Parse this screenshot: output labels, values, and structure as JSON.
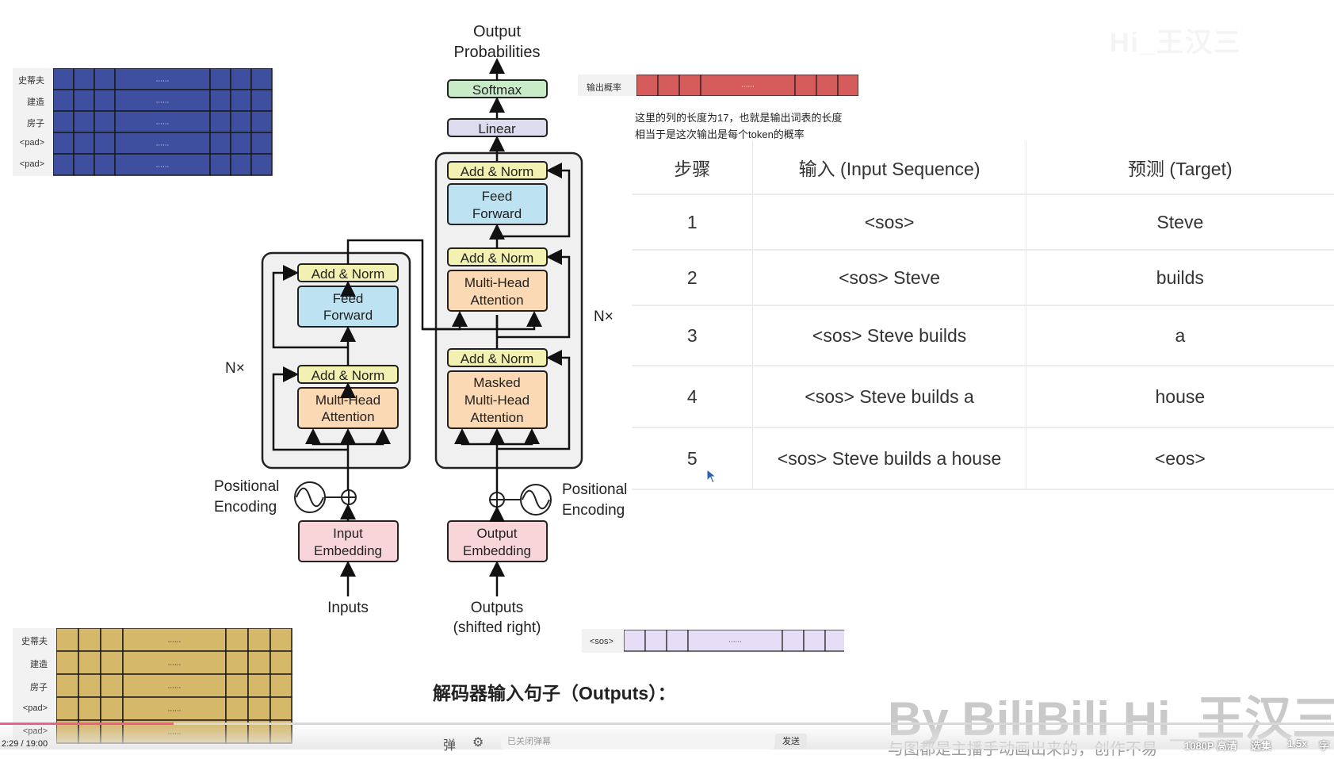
{
  "diagram": {
    "output_title_line1": "Output",
    "output_title_line2": "Probabilities",
    "softmax": "Softmax",
    "linear": "Linear",
    "add_norm": "Add & Norm",
    "feed_forward_1": "Feed",
    "feed_forward_2": "Forward",
    "multi_head_1": "Multi-Head",
    "multi_head_2": "Attention",
    "masked_1": "Masked",
    "masked_2": "Multi-Head",
    "masked_3": "Attention",
    "nx": "N×",
    "pos_enc_1": "Positional",
    "pos_enc_2": "Encoding",
    "input_emb_1": "Input",
    "input_emb_2": "Embedding",
    "output_emb_1": "Output",
    "output_emb_2": "Embedding",
    "inputs": "Inputs",
    "outputs_1": "Outputs",
    "outputs_2": "(shifted right)"
  },
  "encoder_matrix": {
    "rows": [
      "史蒂夫",
      "建造",
      "房子",
      "<pad>",
      "<pad>"
    ],
    "ellipsis": "......",
    "color": "#3f4fa0"
  },
  "embedding_matrix": {
    "rows": [
      "史蒂夫",
      "建造",
      "房子",
      "<pad>",
      "<pad>"
    ],
    "ellipsis": "......",
    "color": "#d6b86a"
  },
  "output_prob": {
    "label": "输出概率",
    "ellipsis": "......",
    "color": "#d65b5b",
    "note_line1": "这里的列的长度为17，也就是输出词表的长度",
    "note_line2": "相当于是这次输出是每个token的概率"
  },
  "sos_vector": {
    "label": "<sos>",
    "ellipsis": "......",
    "color": "#e8ddf7"
  },
  "table": {
    "headers": [
      "步骤",
      "输入 (Input Sequence)",
      "预测 (Target)"
    ],
    "rows": [
      [
        "1",
        "<sos>",
        "Steve"
      ],
      [
        "2",
        "<sos> Steve",
        "builds"
      ],
      [
        "3",
        "<sos> Steve builds",
        "a"
      ],
      [
        "4",
        "<sos> Steve builds a",
        "house"
      ],
      [
        "5",
        "<sos> Steve builds a house",
        "<eos>"
      ]
    ]
  },
  "bottom_title": "解码器输入句子（Outputs）：",
  "watermarks": {
    "top": "Hi_王汉三",
    "big": "By BiliBili    Hi_王汉三",
    "sub": "与图都是主播手动画出来的，创作不易"
  },
  "player": {
    "time": "2:29 / 19:00",
    "progress": 0.13,
    "danmaku_placeholder": "已关闭弹幕",
    "send": "发送",
    "quality": "1080P 高清",
    "episodes": "选集",
    "speed": "1.5x",
    "subtitle": "字"
  }
}
